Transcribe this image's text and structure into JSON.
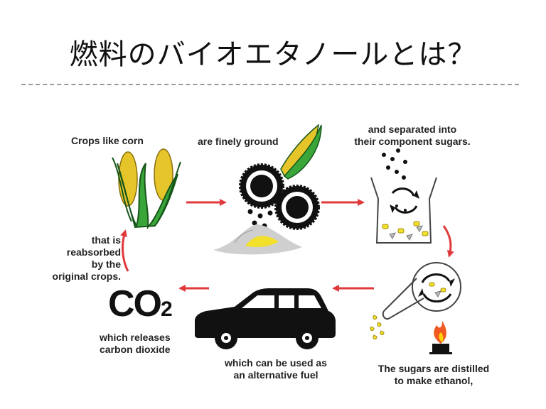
{
  "title": "燃料のバイオエタノールとは？",
  "steps": {
    "crops": "Crops like corn",
    "ground": "are finely ground",
    "separated_1": "and separated into",
    "separated_2": "their component sugars.",
    "distilled_1": "The sugars are distilled",
    "distilled_2": "to make ethanol,",
    "fuel_1": "which can be used as",
    "fuel_2": "an alternative fuel",
    "co2_main": "CO",
    "co2_sub": "2",
    "releases_1": "which releases",
    "releases_2": "carbon dioxide",
    "reabsorbed_1": "that is",
    "reabsorbed_2": "reabsorbed",
    "reabsorbed_3": "by the",
    "reabsorbed_4": "original crops."
  },
  "colors": {
    "arrow": "#e0393b",
    "corn_green": "#3aa63a",
    "corn_yellow": "#e6c52b",
    "flame": "#f05a22",
    "ink": "#111111"
  },
  "icons": [
    "corn-icon",
    "grinder-icon",
    "separator-icon",
    "distiller-icon",
    "flame-icon",
    "car-icon"
  ]
}
